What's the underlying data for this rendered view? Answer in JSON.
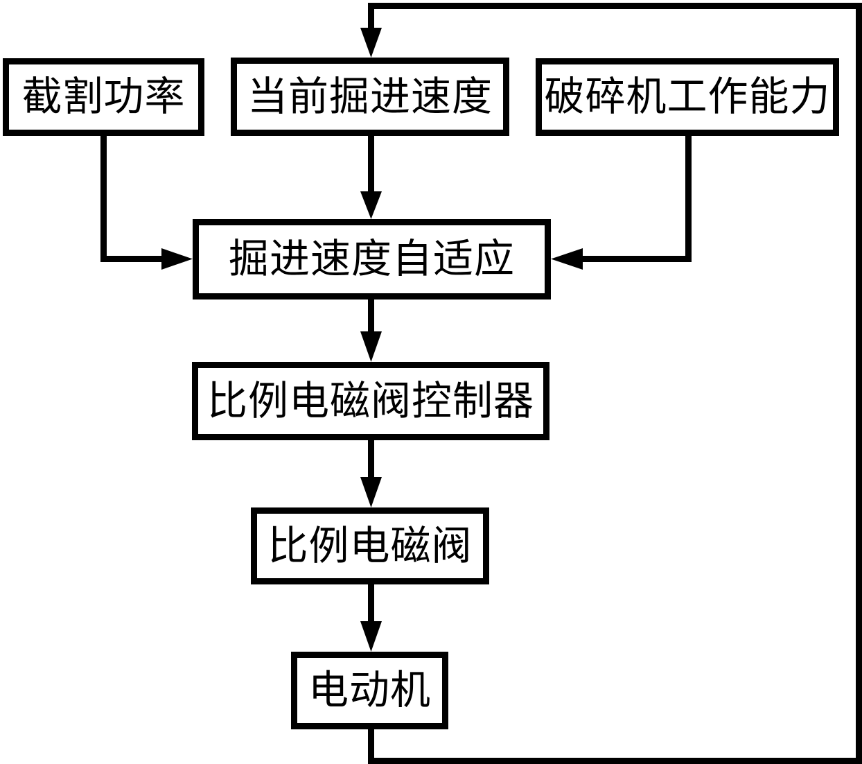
{
  "diagram": {
    "type": "flowchart",
    "background_color": "#ffffff",
    "line_color": "#000000",
    "nodes": [
      {
        "id": "cutting-power",
        "label": "截割功率"
      },
      {
        "id": "current-speed",
        "label": "当前掘进速度"
      },
      {
        "id": "crusher-capacity",
        "label": "破碎机工作能力"
      },
      {
        "id": "speed-adaptive",
        "label": "掘进速度自适应"
      },
      {
        "id": "valve-controller",
        "label": "比例电磁阀控制器"
      },
      {
        "id": "prop-valve",
        "label": "比例电磁阀"
      },
      {
        "id": "motor",
        "label": "电动机"
      }
    ],
    "edges": [
      {
        "from": "cutting-power",
        "to": "speed-adaptive",
        "style": "elbow-right-arrow"
      },
      {
        "from": "current-speed",
        "to": "speed-adaptive",
        "style": "straight-down-arrow"
      },
      {
        "from": "crusher-capacity",
        "to": "speed-adaptive",
        "style": "elbow-left-arrow"
      },
      {
        "from": "speed-adaptive",
        "to": "valve-controller",
        "style": "straight-down-arrow"
      },
      {
        "from": "valve-controller",
        "to": "prop-valve",
        "style": "straight-down-arrow"
      },
      {
        "from": "prop-valve",
        "to": "motor",
        "style": "straight-down-arrow"
      },
      {
        "from": "motor",
        "to": "current-speed",
        "style": "feedback-loop-right-side"
      }
    ]
  }
}
